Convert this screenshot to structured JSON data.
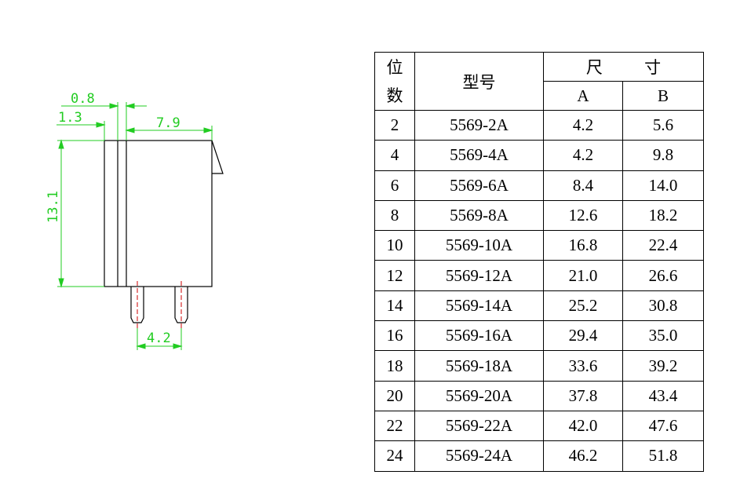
{
  "drawing": {
    "dimensions": {
      "d1": "0.8",
      "d2": "1.3",
      "d3": "7.9",
      "d4": "13.1",
      "d5": "4.2"
    },
    "colors": {
      "dimension": "#22cc22",
      "outline": "#000000",
      "centerline": "#cc0000"
    }
  },
  "table": {
    "header": {
      "position_line1": "位",
      "position_line2": "数",
      "model": "型号",
      "size": "尺 寸",
      "col_a": "A",
      "col_b": "B"
    },
    "rows": [
      {
        "pos": "2",
        "model": "5569-2A",
        "a": "4.2",
        "b": "5.6"
      },
      {
        "pos": "4",
        "model": "5569-4A",
        "a": "4.2",
        "b": "9.8"
      },
      {
        "pos": "6",
        "model": "5569-6A",
        "a": "8.4",
        "b": "14.0"
      },
      {
        "pos": "8",
        "model": "5569-8A",
        "a": "12.6",
        "b": "18.2"
      },
      {
        "pos": "10",
        "model": "5569-10A",
        "a": "16.8",
        "b": "22.4"
      },
      {
        "pos": "12",
        "model": "5569-12A",
        "a": "21.0",
        "b": "26.6"
      },
      {
        "pos": "14",
        "model": "5569-14A",
        "a": "25.2",
        "b": "30.8"
      },
      {
        "pos": "16",
        "model": "5569-16A",
        "a": "29.4",
        "b": "35.0"
      },
      {
        "pos": "18",
        "model": "5569-18A",
        "a": "33.6",
        "b": "39.2"
      },
      {
        "pos": "20",
        "model": "5569-20A",
        "a": "37.8",
        "b": "43.4"
      },
      {
        "pos": "22",
        "model": "5569-22A",
        "a": "42.0",
        "b": "47.6"
      },
      {
        "pos": "24",
        "model": "5569-24A",
        "a": "46.2",
        "b": "51.8"
      }
    ]
  }
}
